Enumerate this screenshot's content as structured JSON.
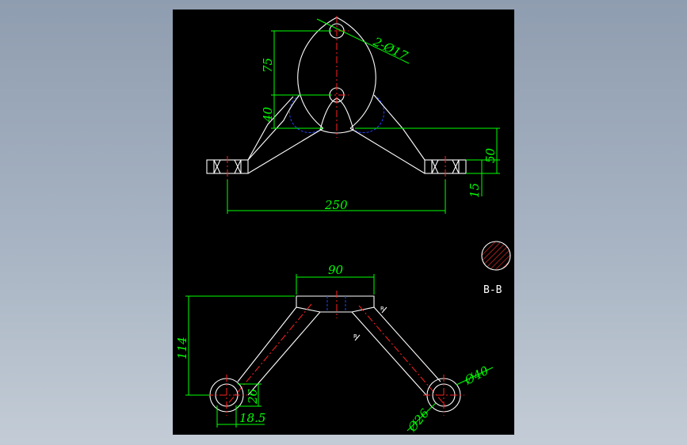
{
  "colors": {
    "background": "#000000",
    "outline": "#ffffff",
    "dimension": "#00ff00",
    "centerline": "#ff2020",
    "hidden": "#2244ff",
    "hatch": "#ff3030"
  },
  "top_view": {
    "dim_hole": "2-Ø17",
    "dim_height_75": "75",
    "dim_height_40": "40",
    "dim_span_250": "250",
    "dim_height_50": "50",
    "dim_height_15": "15"
  },
  "bottom_view": {
    "dim_width_90": "90",
    "dim_height_114": "114",
    "dim_26_left": "26",
    "dim_18_5": "18.5",
    "dim_dia_40": "Ø40",
    "dim_dia_26": "Ø26",
    "mark_r1": "R",
    "mark_r2": "R"
  },
  "section": {
    "label": "B-B"
  }
}
